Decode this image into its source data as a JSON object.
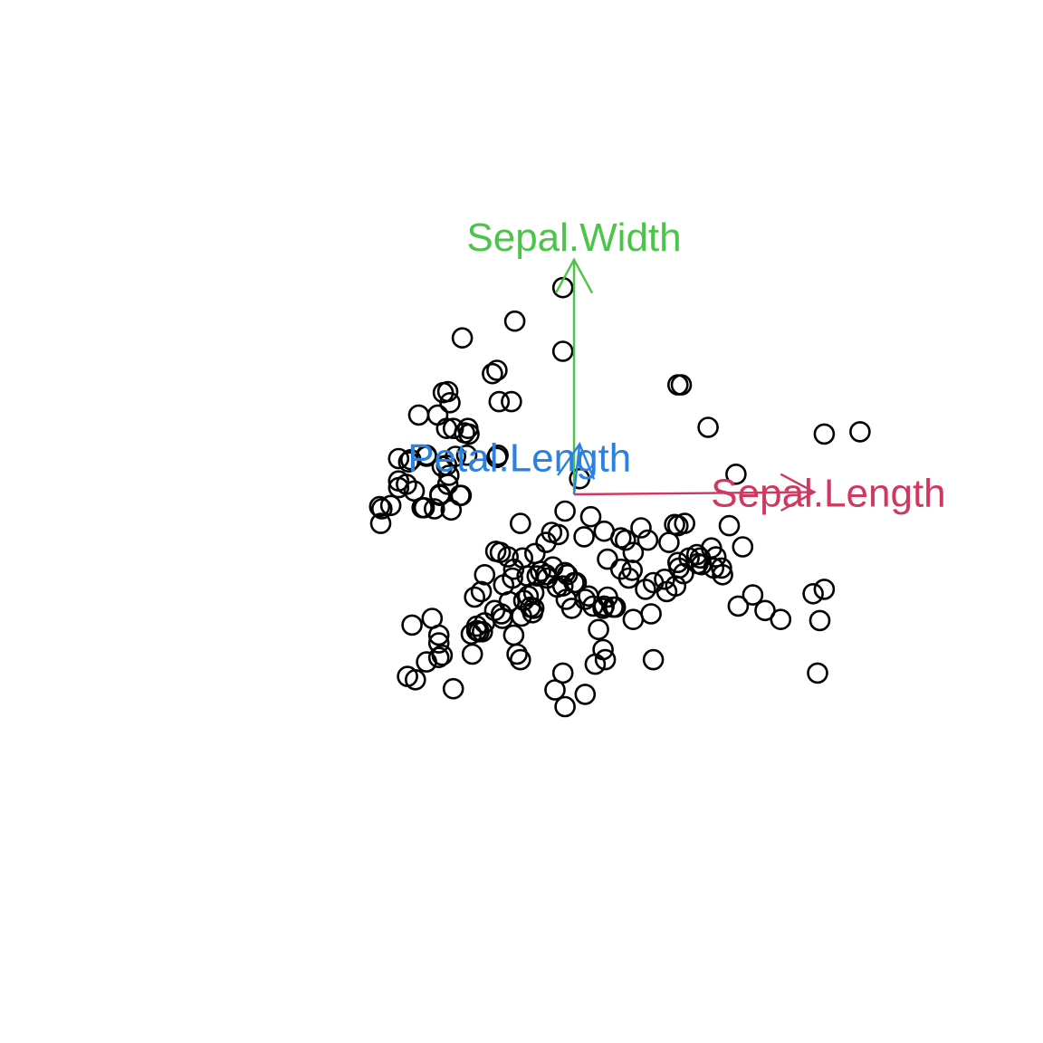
{
  "chart_data": {
    "type": "scatter",
    "title": "",
    "xlabel": "",
    "ylabel": "",
    "xlim": [
      -3.6,
      3.6
    ],
    "ylim": [
      -3.6,
      3.6
    ],
    "grid": false,
    "axes_shown": false,
    "marker": "open-circle",
    "point_color": "#000000",
    "points": [
      [
        -0.1,
        1.85
      ],
      [
        -0.53,
        1.55
      ],
      [
        -1.0,
        1.4
      ],
      [
        -0.1,
        1.28
      ],
      [
        -0.73,
        1.08
      ],
      [
        -0.69,
        1.11
      ],
      [
        -1.13,
        0.92
      ],
      [
        -1.17,
        0.91
      ],
      [
        -1.11,
        0.82
      ],
      [
        -0.67,
        0.83
      ],
      [
        -0.56,
        0.83
      ],
      [
        -1.39,
        0.71
      ],
      [
        -1.22,
        0.71
      ],
      [
        -1.14,
        0.59
      ],
      [
        -1.08,
        0.59
      ],
      [
        -0.95,
        0.59
      ],
      [
        -0.98,
        0.55
      ],
      [
        -0.94,
        0.54
      ],
      [
        -1.32,
        0.34
      ],
      [
        -1.32,
        0.35
      ],
      [
        -1.06,
        0.34
      ],
      [
        -0.96,
        0.35
      ],
      [
        -0.69,
        0.33
      ],
      [
        -0.68,
        0.35
      ],
      [
        -1.57,
        0.32
      ],
      [
        -1.48,
        0.29
      ],
      [
        -1.46,
        0.31
      ],
      [
        -1.14,
        0.26
      ],
      [
        -1.18,
        0.25
      ],
      [
        -1.12,
        0.17
      ],
      [
        -1.57,
        0.12
      ],
      [
        -1.57,
        0.06
      ],
      [
        -1.5,
        0.09
      ],
      [
        -1.13,
        0.09
      ],
      [
        -1.64,
        -0.1
      ],
      [
        -1.43,
        0.03
      ],
      [
        -1.2,
        -0.01
      ],
      [
        -1.2,
        0.0
      ],
      [
        -1.01,
        -0.01
      ],
      [
        -1.02,
        -0.01
      ],
      [
        -1.74,
        -0.11
      ],
      [
        -1.72,
        -0.13
      ],
      [
        -1.73,
        -0.26
      ],
      [
        -1.36,
        -0.12
      ],
      [
        -1.34,
        -0.12
      ],
      [
        -1.25,
        -0.13
      ],
      [
        -1.1,
        -0.14
      ],
      [
        0.96,
        0.98
      ],
      [
        0.93,
        0.98
      ],
      [
        1.2,
        0.6
      ],
      [
        -0.8,
        -0.72
      ],
      [
        -0.7,
        -0.51
      ],
      [
        -0.66,
        -0.52
      ],
      [
        -0.59,
        -0.56
      ],
      [
        -0.46,
        -0.57
      ],
      [
        -0.25,
        -0.43
      ],
      [
        -0.35,
        -0.53
      ],
      [
        -0.19,
        -0.65
      ],
      [
        -0.3,
        -0.69
      ],
      [
        -0.24,
        -0.75
      ],
      [
        -0.54,
        -0.67
      ],
      [
        -0.55,
        -0.75
      ],
      [
        -0.63,
        -0.81
      ],
      [
        -0.45,
        -0.95
      ],
      [
        -0.39,
        -1.01
      ],
      [
        -0.36,
        -0.88
      ],
      [
        -0.41,
        -0.91
      ],
      [
        -0.36,
        -1.02
      ],
      [
        -0.37,
        -1.06
      ],
      [
        -0.47,
        -1.09
      ],
      [
        -0.58,
        -0.96
      ],
      [
        -0.65,
        -1.07
      ],
      [
        -0.64,
        -1.11
      ],
      [
        -0.71,
        -1.04
      ],
      [
        -0.83,
        -0.87
      ],
      [
        -0.89,
        -0.92
      ],
      [
        -0.8,
        -1.15
      ],
      [
        -0.87,
        -1.18
      ],
      [
        -0.92,
        -1.25
      ],
      [
        -0.85,
        -1.23
      ],
      [
        -0.87,
        -1.22
      ],
      [
        -0.82,
        -1.23
      ],
      [
        -0.54,
        -1.26
      ],
      [
        -0.51,
        -1.43
      ],
      [
        -0.48,
        -1.48
      ],
      [
        -0.91,
        -1.43
      ],
      [
        -1.27,
        -1.11
      ],
      [
        -1.45,
        -1.17
      ],
      [
        -1.32,
        -1.5
      ],
      [
        -1.18,
        -1.44
      ],
      [
        -1.21,
        -1.46
      ],
      [
        -1.08,
        -1.74
      ],
      [
        -1.49,
        -1.63
      ],
      [
        -1.21,
        -1.33
      ],
      [
        -1.21,
        -1.26
      ],
      [
        -1.42,
        -1.66
      ],
      [
        -0.1,
        -1.6
      ],
      [
        -0.17,
        -1.75
      ],
      [
        -0.08,
        -1.9
      ],
      [
        0.1,
        -1.79
      ],
      [
        0.19,
        -1.52
      ],
      [
        0.28,
        -1.48
      ],
      [
        0.26,
        -1.39
      ],
      [
        0.22,
        -1.21
      ],
      [
        0.26,
        -1.02
      ],
      [
        0.37,
        -1.01
      ],
      [
        0.69,
        -1.07
      ],
      [
        0.71,
        -1.48
      ],
      [
        0.27,
        -0.33
      ],
      [
        0.15,
        -0.2
      ],
      [
        0.42,
        -0.39
      ],
      [
        0.46,
        -0.41
      ],
      [
        0.53,
        -0.52
      ],
      [
        0.52,
        -0.68
      ],
      [
        0.42,
        -0.67
      ],
      [
        0.49,
        -0.75
      ],
      [
        0.3,
        -0.92
      ],
      [
        0.27,
        -1.0
      ],
      [
        0.35,
        -1.01
      ],
      [
        0.13,
        -0.91
      ],
      [
        0.02,
        -0.79
      ],
      [
        0.0,
        -0.79
      ],
      [
        -0.1,
        -0.82
      ],
      [
        -0.15,
        -0.83
      ],
      [
        -0.07,
        -0.94
      ],
      [
        -0.02,
        -1.02
      ],
      [
        0.1,
        -0.94
      ],
      [
        0.17,
        -1.0
      ],
      [
        -0.08,
        -0.7
      ],
      [
        -0.06,
        -0.72
      ],
      [
        -0.25,
        -0.72
      ],
      [
        -0.33,
        -0.73
      ],
      [
        -0.42,
        -0.73
      ],
      [
        0.53,
        -1.12
      ],
      [
        0.64,
        -0.85
      ],
      [
        0.71,
        -0.79
      ],
      [
        0.81,
        -0.76
      ],
      [
        0.83,
        -0.87
      ],
      [
        0.91,
        -0.82
      ],
      [
        0.94,
        -0.66
      ],
      [
        0.98,
        -0.71
      ],
      [
        1.11,
        -0.62
      ],
      [
        1.14,
        -0.63
      ],
      [
        1.27,
        -0.56
      ],
      [
        1.32,
        -0.66
      ],
      [
        1.33,
        -0.72
      ],
      [
        1.47,
        -1.0
      ],
      [
        1.6,
        -0.9
      ],
      [
        1.71,
        -1.04
      ],
      [
        1.85,
        -1.12
      ],
      [
        2.14,
        -0.89
      ],
      [
        2.24,
        -0.85
      ],
      [
        2.2,
        -1.13
      ],
      [
        2.18,
        -1.6
      ],
      [
        2.24,
        0.54
      ],
      [
        2.56,
        0.56
      ],
      [
        1.45,
        0.18
      ],
      [
        1.39,
        -0.28
      ],
      [
        1.51,
        -0.47
      ],
      [
        1.23,
        -0.48
      ],
      [
        1.1,
        -0.54
      ],
      [
        0.93,
        -0.61
      ],
      [
        1.03,
        -0.57
      ],
      [
        1.13,
        -0.57
      ],
      [
        1.25,
        -0.66
      ],
      [
        0.85,
        -0.43
      ],
      [
        0.6,
        -0.3
      ],
      [
        0.66,
        -0.41
      ],
      [
        0.3,
        -0.58
      ],
      [
        0.09,
        -0.38
      ],
      [
        0.05,
        0.14
      ],
      [
        -0.08,
        -0.15
      ],
      [
        -0.48,
        -0.26
      ],
      [
        -0.2,
        -0.34
      ],
      [
        -0.14,
        -0.36
      ],
      [
        0.9,
        -0.27
      ],
      [
        0.93,
        -0.28
      ],
      [
        0.99,
        -0.26
      ]
    ],
    "arrows": [
      {
        "label": "Sepal.Length",
        "color": "#d0385f",
        "end": [
          2.15,
          0.02
        ]
      },
      {
        "label": "Sepal.Width",
        "color": "#4cc449",
        "end": [
          0.0,
          2.1
        ]
      },
      {
        "label": "Petal.Length",
        "color": "#2a82e0",
        "end": [
          0.05,
          0.45
        ]
      }
    ],
    "series": []
  }
}
